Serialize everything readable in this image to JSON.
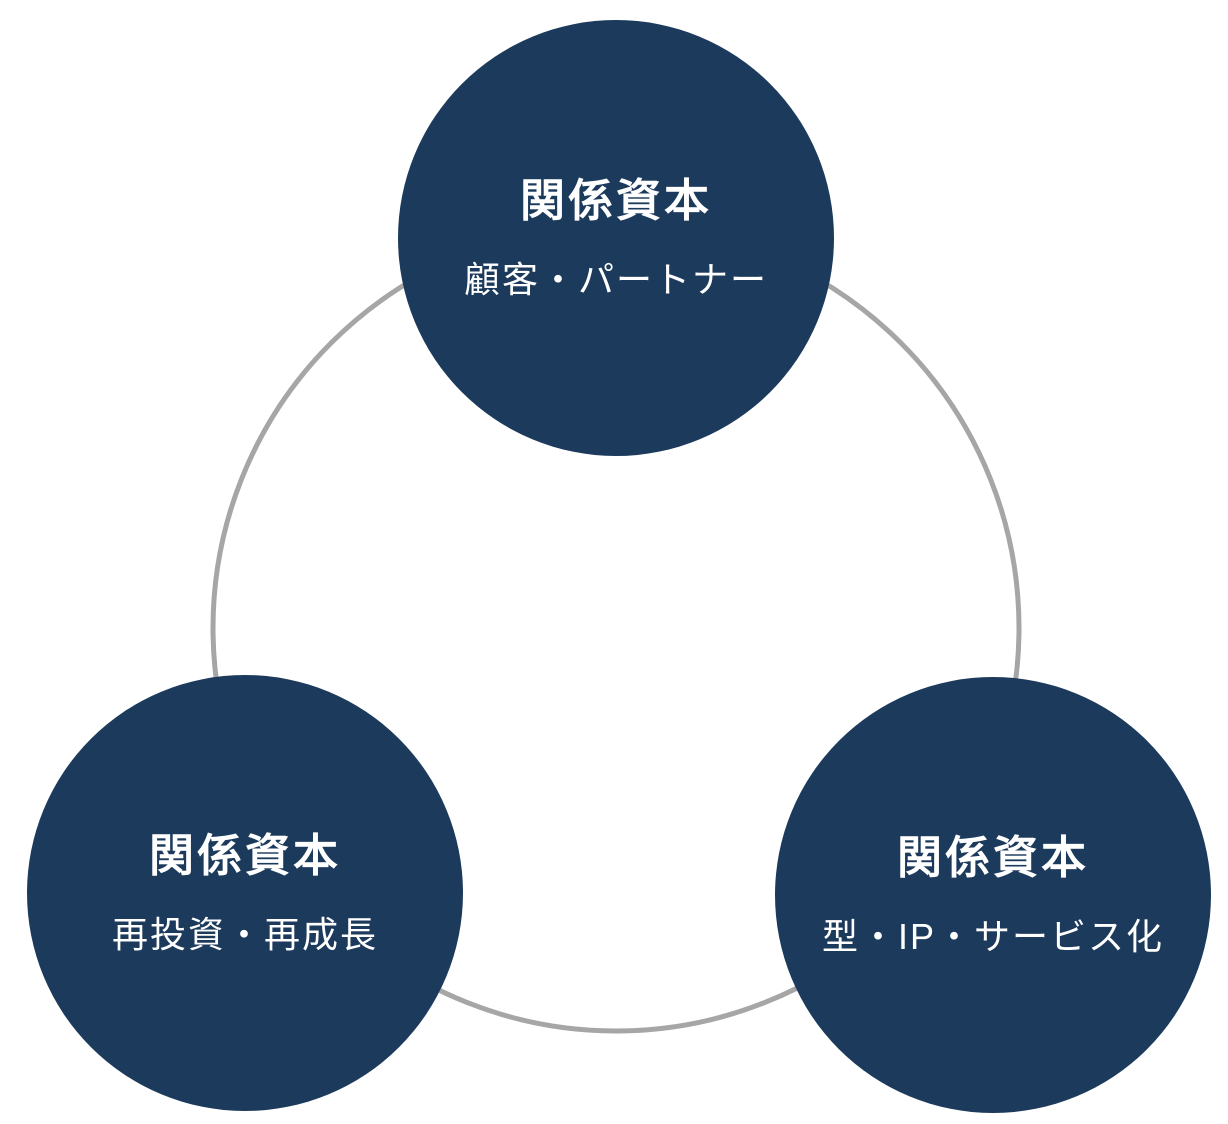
{
  "diagram": {
    "type": "cycle-diagram",
    "nodes": [
      {
        "id": "top",
        "title": "関係資本",
        "subtitle": "顧客・パートナー"
      },
      {
        "id": "bottom-left",
        "title": "関係資本",
        "subtitle": "再投資・再成長"
      },
      {
        "id": "bottom-right",
        "title": "関係資本",
        "subtitle": "型・IP・サービス化"
      }
    ],
    "colors": {
      "circle_fill": "#1c3a5c",
      "ring_stroke": "#a6a6a6",
      "text": "#ffffff",
      "background": "#ffffff"
    }
  }
}
